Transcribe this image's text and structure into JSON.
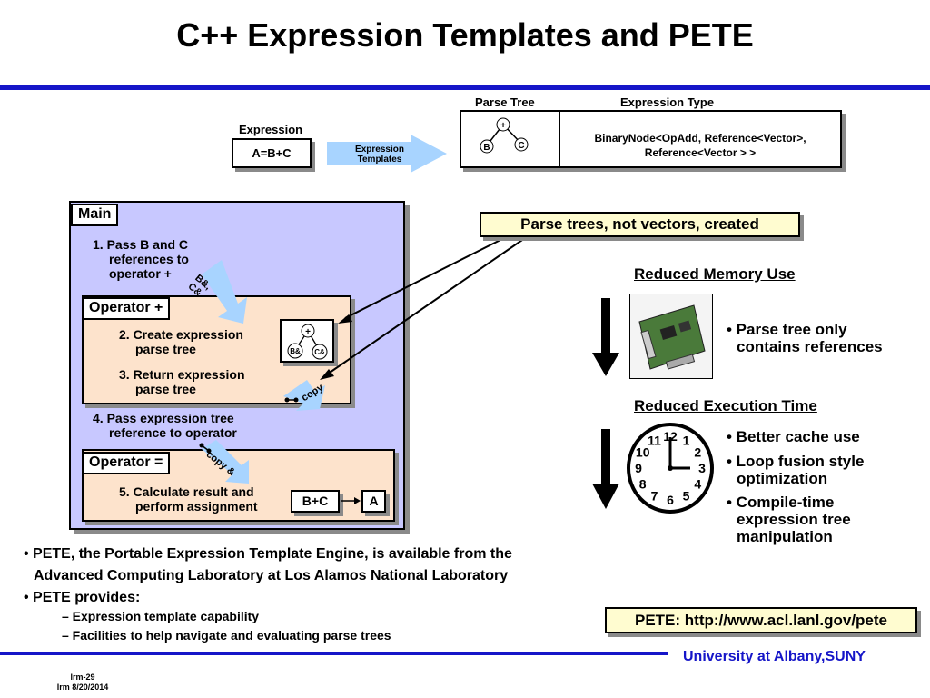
{
  "title": "C++ Expression Templates and PETE",
  "top": {
    "expression_label": "Expression",
    "expression_value": "A=B+C",
    "arrow_label_line1": "Expression",
    "arrow_label_line2": "Templates",
    "parse_tree_label": "Parse Tree",
    "expression_type_label": "Expression Type",
    "tree_root": "+",
    "tree_left": "B",
    "tree_right": "C",
    "expression_type_line1": "BinaryNode<OpAdd, Reference<Vector>,",
    "expression_type_line2": "Reference<Vector > >"
  },
  "main": {
    "tab": "Main",
    "step1_line1": "1. Pass B and C",
    "step1_line2": "references to",
    "step1_line3": "operator +",
    "arrow1_line1": "B&,",
    "arrow1_line2": "C&",
    "op_plus_tab": "Operator +",
    "step2_line1": "2. Create expression",
    "step2_line2": "parse tree",
    "step3_line1": "3. Return expression",
    "step3_line2": "parse tree",
    "mini_tree_root": "+",
    "mini_tree_left": "B&",
    "mini_tree_right": "C&",
    "copy_label": "copy",
    "step4_line1": "4. Pass expression tree",
    "step4_line2": "reference to operator",
    "copy_amp_label": "copy &",
    "op_eq_tab": "Operator =",
    "step5_line1": "5. Calculate result and",
    "step5_line2": "perform assignment",
    "result_left": "B+C",
    "result_right": "A"
  },
  "right": {
    "callout": "Parse trees, not vectors, created",
    "memory_title": "Reduced Memory Use",
    "memory_bullet_line1": "• Parse tree only",
    "memory_bullet_line2": "contains references",
    "exec_title": "Reduced Execution Time",
    "exec_b1": "• Better cache use",
    "exec_b2_line1": "• Loop fusion style",
    "exec_b2_line2": "optimization",
    "exec_b3_line1": "• Compile-time",
    "exec_b3_line2": "expression tree",
    "exec_b3_line3": "manipulation",
    "clock_numbers": [
      "12",
      "1",
      "2",
      "3",
      "4",
      "5",
      "6",
      "7",
      "8",
      "9",
      "10",
      "11"
    ]
  },
  "bottom": {
    "b1_line1": "• PETE, the Portable Expression Template Engine, is available from the",
    "b1_line2": "Advanced Computing Laboratory at Los Alamos National Laboratory",
    "b2": "• PETE provides:",
    "sub1": "– Expression template capability",
    "sub2": "– Facilities to help navigate and evaluating parse trees",
    "url_box": "PETE: http://www.acl.lanl.gov/pete"
  },
  "footer": {
    "org": "University at Albany,SUNY",
    "code": "lrm-29",
    "date": "lrm 8/20/2014"
  },
  "colors": {
    "accent_blue": "#1515c8",
    "main_panel": "#c8c8ff",
    "operator_panel": "#fde3cc",
    "arrow_fill": "#a8d4ff",
    "callout_fill": "#fffcd0"
  }
}
